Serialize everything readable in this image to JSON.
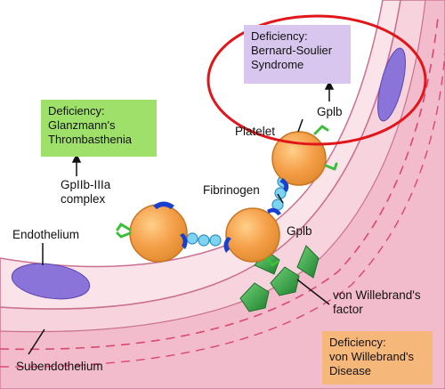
{
  "boxes": {
    "bernard_soulier": {
      "lines": [
        "Deficiency:",
        "Bernard-Soulier",
        "Syndrome"
      ],
      "fill": "#d9c6ef"
    },
    "glanzmann": {
      "lines": [
        "Deficiency:",
        "Glanzmann's",
        "Thrombasthenia"
      ],
      "fill": "#9fe06a"
    },
    "von_willebrand": {
      "lines": [
        "Deficiency:",
        "von Willebrand's",
        "Disease"
      ],
      "fill": "#f6b77b"
    }
  },
  "labels": {
    "gplb_top": "Gplb",
    "platelet": "Platelet",
    "fibrinogen": "Fibrinogen",
    "gpllb_complex": [
      "GpIIb-IIIa",
      "complex"
    ],
    "gplb_mid": "Gplb",
    "endothelium": "Endothelium",
    "vwf": [
      "von Willebrand's",
      "factor"
    ],
    "subendothelium": "Subendothelium"
  },
  "colors": {
    "platelet": "#f5a04a",
    "platelet_edge": "#c97420",
    "receptor_green": "#3cbf3c",
    "receptor_blue": "#1a3fd0",
    "fibrinogen_bead": "#7fd3f2",
    "vessel_pink": "#f2c3d3",
    "vessel_edge": "#c97090",
    "nucleus": "#8a73d9",
    "vwf_green": "#2e9e3a",
    "highlight_red": "#e0161a"
  }
}
